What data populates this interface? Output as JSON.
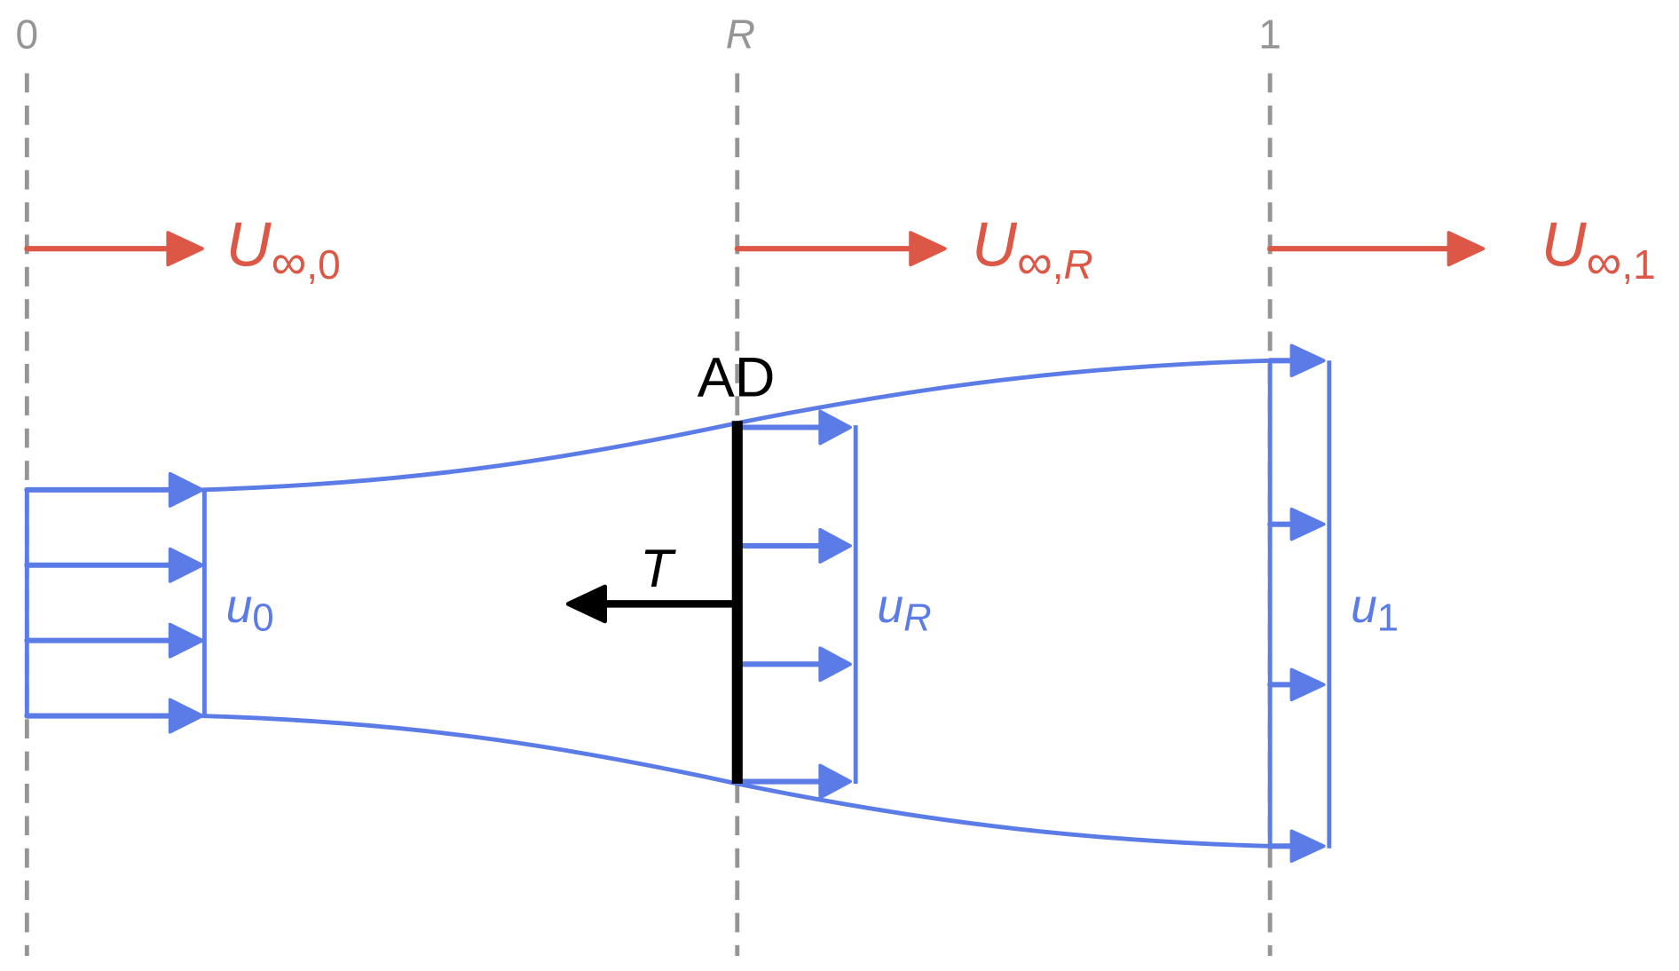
{
  "title": "Actuator disc streamtube diagram",
  "colors": {
    "station_line": "#959595",
    "freestream": "#dc5745",
    "streamtube": "#5b7be6",
    "actuator_disc": "#000000"
  },
  "stations": [
    {
      "id": "0",
      "label": "0",
      "italic": false
    },
    {
      "id": "R",
      "label": "R",
      "italic": true
    },
    {
      "id": "1",
      "label": "1",
      "italic": false
    }
  ],
  "freestream": [
    {
      "symbol": "U",
      "sub_symbol": "∞",
      "sub_sep": ",",
      "sub_index": "0",
      "index_italic": false
    },
    {
      "symbol": "U",
      "sub_symbol": "∞",
      "sub_sep": ",",
      "sub_index": "R",
      "index_italic": true
    },
    {
      "symbol": "U",
      "sub_symbol": "∞",
      "sub_sep": ",",
      "sub_index": "1",
      "index_italic": false
    }
  ],
  "velocity_profiles": [
    {
      "symbol": "u",
      "index": "0",
      "index_italic": false,
      "arrow_count": 4
    },
    {
      "symbol": "u",
      "index": "R",
      "index_italic": true,
      "arrow_count": 4
    },
    {
      "symbol": "u",
      "index": "1",
      "index_italic": false,
      "arrow_count": 4
    }
  ],
  "actuator_disc": {
    "label": "AD"
  },
  "thrust": {
    "label": "T"
  }
}
